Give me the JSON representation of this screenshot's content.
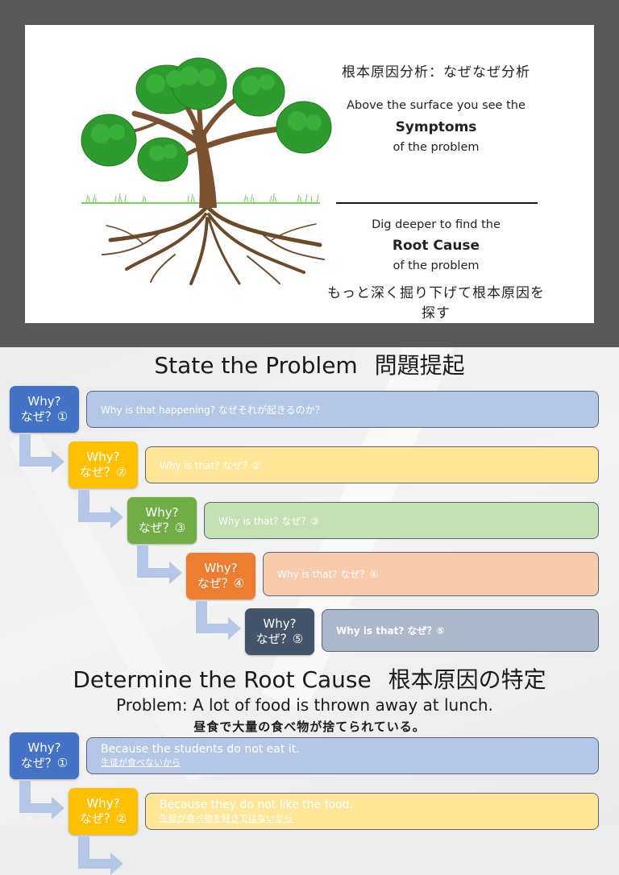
{
  "tree_card": {
    "title_jp": "根本原因分析：なぜなぜ分析",
    "above_line1": "Above the surface you see the",
    "above_bold": "Symptoms",
    "above_line3": "of the problem",
    "below_line1": "Dig deeper to find the",
    "below_bold": "Root Cause",
    "below_line3": "of the problem",
    "below_jp": "もっと深く掘り下げて根本原因を探す"
  },
  "template": {
    "heading": "State the Problem",
    "heading_jp": "問題提起",
    "steps": [
      {
        "why": "Why?",
        "why_jp": "なぜ？①",
        "answer": "Why is that happening?  なぜそれが起きるのか？",
        "color": "#4472c4",
        "answer_bg": "#b4c7e7"
      },
      {
        "why": "Why?",
        "why_jp": "なぜ？②",
        "answer": "Why is that?   なぜ？②",
        "color": "#ffc000",
        "answer_bg": "#ffe699"
      },
      {
        "why": "Why?",
        "why_jp": "なぜ？③",
        "answer": "Why is that?  なぜ？③",
        "color": "#70ad47",
        "answer_bg": "#c5e0b4"
      },
      {
        "why": "Why?",
        "why_jp": "なぜ？④",
        "answer": "Why is that?  なぜ？④",
        "color": "#ed7d31",
        "answer_bg": "#f8cbad"
      },
      {
        "why": "Why?",
        "why_jp": "なぜ？⑤",
        "answer": "Why is that?  なぜ？⑤",
        "color": "#44546a",
        "answer_bg": "#acb9ca"
      }
    ]
  },
  "example": {
    "heading": "Determine the Root Cause",
    "heading_jp": "根本原因の特定",
    "problem": "Problem: A lot of food is thrown away at lunch.",
    "problem_jp": "昼食で大量の食べ物が捨てられている。",
    "steps": [
      {
        "why": "Why?",
        "why_jp": "なぜ？①",
        "answer": "Because the students do not eat it.",
        "answer_jp": "生徒が食べないから",
        "color": "#4472c4",
        "answer_bg": "#b4c7e7"
      },
      {
        "why": "Why?",
        "why_jp": "なぜ？②",
        "answer": "Because they do not like the food.",
        "answer_jp": "生徒が食べ物を好きではないから",
        "color": "#ffc000",
        "answer_bg": "#ffe699"
      }
    ]
  },
  "arrow_color": "#b4c7e7"
}
